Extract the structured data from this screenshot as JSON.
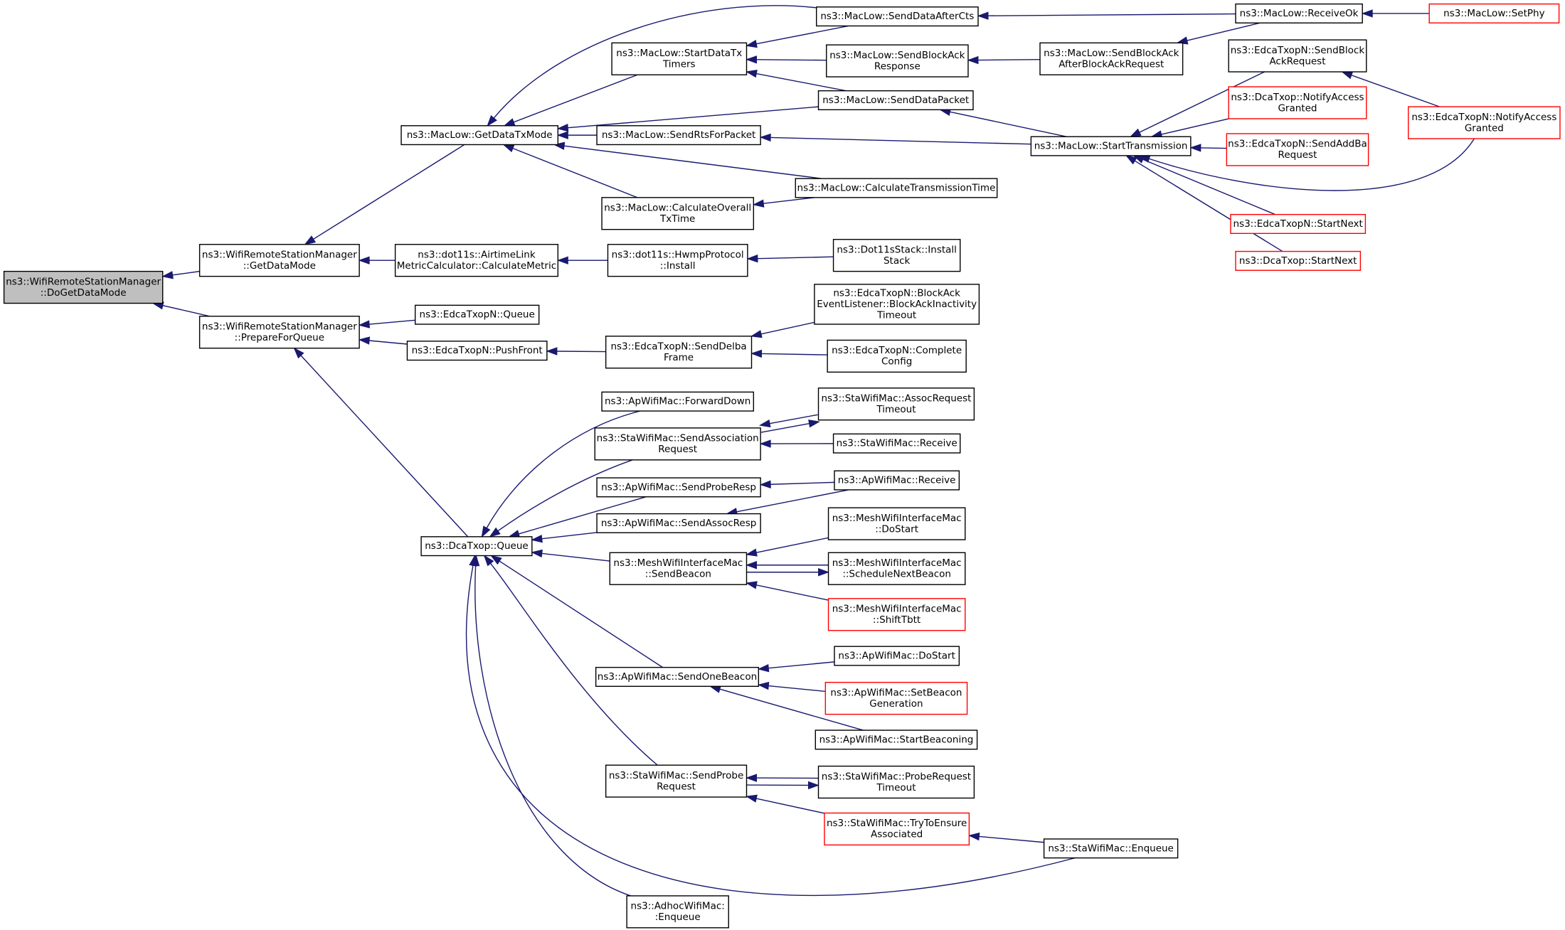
{
  "colors": {
    "edge": "#191970",
    "node_border": "#000000",
    "truncated_border": "#ff0000",
    "root_fill": "#bfbfbf"
  },
  "nodes": [
    {
      "id": "doget",
      "lines": [
        "ns3::WifiRemoteStationManager",
        "::DoGetDataMode"
      ],
      "root": true
    },
    {
      "id": "getdatamode",
      "lines": [
        "ns3::WifiRemoteStationManager",
        "::GetDataMode"
      ]
    },
    {
      "id": "prepareforqueue",
      "lines": [
        "ns3::WifiRemoteStationManager",
        "::PrepareForQueue"
      ]
    },
    {
      "id": "getdatatxmode",
      "lines": [
        "ns3::MacLow::GetDataTxMode"
      ]
    },
    {
      "id": "airtime",
      "lines": [
        "ns3::dot11s::AirtimeLink",
        "MetricCalculator::CalculateMetric"
      ]
    },
    {
      "id": "edcaqueue",
      "lines": [
        "ns3::EdcaTxopN::Queue"
      ]
    },
    {
      "id": "pushfront",
      "lines": [
        "ns3::EdcaTxopN::PushFront"
      ]
    },
    {
      "id": "dcaqueue",
      "lines": [
        "ns3::DcaTxop::Queue"
      ]
    },
    {
      "id": "startdatatx",
      "lines": [
        "ns3::MacLow::StartDataTx",
        "Timers"
      ]
    },
    {
      "id": "sendrts",
      "lines": [
        "ns3::MacLow::SendRtsForPacket"
      ]
    },
    {
      "id": "calcoverall",
      "lines": [
        "ns3::MacLow::CalculateOverall",
        "TxTime"
      ]
    },
    {
      "id": "hwmpinstall",
      "lines": [
        "ns3::dot11s::HwmpProtocol",
        "::Install"
      ]
    },
    {
      "id": "senddelba",
      "lines": [
        "ns3::EdcaTxopN::SendDelba",
        "Frame"
      ]
    },
    {
      "id": "apforward",
      "lines": [
        "ns3::ApWifiMac::ForwardDown"
      ]
    },
    {
      "id": "stasendassoc",
      "lines": [
        "ns3::StaWifiMac::SendAssociation",
        "Request"
      ]
    },
    {
      "id": "apsendprobe",
      "lines": [
        "ns3::ApWifiMac::SendProbeResp"
      ]
    },
    {
      "id": "apsendassoc",
      "lines": [
        "ns3::ApWifiMac::SendAssocResp"
      ]
    },
    {
      "id": "meshsendbeacon",
      "lines": [
        "ns3::MeshWifiInterfaceMac",
        "::SendBeacon"
      ]
    },
    {
      "id": "apsendone",
      "lines": [
        "ns3::ApWifiMac::SendOneBeacon"
      ]
    },
    {
      "id": "stasendprobe",
      "lines": [
        "ns3::StaWifiMac::SendProbe",
        "Request"
      ]
    },
    {
      "id": "adhocenq",
      "lines": [
        "ns3::AdhocWifiMac:",
        ":Enqueue"
      ]
    },
    {
      "id": "senddataaftercts",
      "lines": [
        "ns3::MacLow::SendDataAfterCts"
      ]
    },
    {
      "id": "sendblockackresp",
      "lines": [
        "ns3::MacLow::SendBlockAck",
        "Response"
      ]
    },
    {
      "id": "senddatapacket",
      "lines": [
        "ns3::MacLow::SendDataPacket"
      ]
    },
    {
      "id": "calctranstime",
      "lines": [
        "ns3::MacLow::CalculateTransmissionTime"
      ]
    },
    {
      "id": "dot11install",
      "lines": [
        "ns3::Dot11sStack::Install",
        "Stack"
      ]
    },
    {
      "id": "blockackinact",
      "lines": [
        "ns3::EdcaTxopN::BlockAck",
        "EventListener::BlockAckInactivity",
        "Timeout"
      ]
    },
    {
      "id": "completeconfig",
      "lines": [
        "ns3::EdcaTxopN::Complete",
        "Config"
      ]
    },
    {
      "id": "assocreqtimeout",
      "lines": [
        "ns3::StaWifiMac::AssocRequest",
        "Timeout"
      ]
    },
    {
      "id": "stareceive",
      "lines": [
        "ns3::StaWifiMac::Receive"
      ]
    },
    {
      "id": "apreceive",
      "lines": [
        "ns3::ApWifiMac::Receive"
      ]
    },
    {
      "id": "meshdostart",
      "lines": [
        "ns3::MeshWifiInterfaceMac",
        "::DoStart"
      ]
    },
    {
      "id": "meshschedule",
      "lines": [
        "ns3::MeshWifiInterfaceMac",
        "::ScheduleNextBeacon"
      ]
    },
    {
      "id": "meshshift",
      "lines": [
        "ns3::MeshWifiInterfaceMac",
        "::ShiftTbtt"
      ],
      "red": true
    },
    {
      "id": "apdostart",
      "lines": [
        "ns3::ApWifiMac::DoStart"
      ]
    },
    {
      "id": "apsetbeacon",
      "lines": [
        "ns3::ApWifiMac::SetBeacon",
        "Generation"
      ],
      "red": true
    },
    {
      "id": "apstartbeacon",
      "lines": [
        "ns3::ApWifiMac::StartBeaconing"
      ]
    },
    {
      "id": "probereqtimeout",
      "lines": [
        "ns3::StaWifiMac::ProbeRequest",
        "Timeout"
      ]
    },
    {
      "id": "trytoensure",
      "lines": [
        "ns3::StaWifiMac::TryToEnsure",
        "Associated"
      ],
      "red": true
    },
    {
      "id": "receiveok",
      "lines": [
        "ns3::MacLow::ReceiveOk"
      ]
    },
    {
      "id": "sendblockackafter",
      "lines": [
        "ns3::MacLow::SendBlockAck",
        "AfterBlockAckRequest"
      ]
    },
    {
      "id": "starttrans",
      "lines": [
        "ns3::MacLow::StartTransmission"
      ]
    },
    {
      "id": "staenqueue",
      "lines": [
        "ns3::StaWifiMac::Enqueue"
      ]
    },
    {
      "id": "setphy",
      "lines": [
        "ns3::MacLow::SetPhy"
      ],
      "red": true
    },
    {
      "id": "edcasendblockack",
      "lines": [
        "ns3::EdcaTxopN::SendBlock",
        "AckRequest"
      ]
    },
    {
      "id": "dcanotify",
      "lines": [
        "ns3::DcaTxop::NotifyAccess",
        "Granted"
      ],
      "red": true
    },
    {
      "id": "edcasendaddba",
      "lines": [
        "ns3::EdcaTxopN::SendAddBa",
        "Request"
      ],
      "red": true
    },
    {
      "id": "edcastartnext",
      "lines": [
        "ns3::EdcaTxopN::StartNext"
      ],
      "red": true
    },
    {
      "id": "dcastartnext",
      "lines": [
        "ns3::DcaTxop::StartNext"
      ],
      "red": true
    },
    {
      "id": "edcanotify",
      "lines": [
        "ns3::EdcaTxopN::NotifyAccess",
        "Granted"
      ],
      "red": true
    }
  ]
}
